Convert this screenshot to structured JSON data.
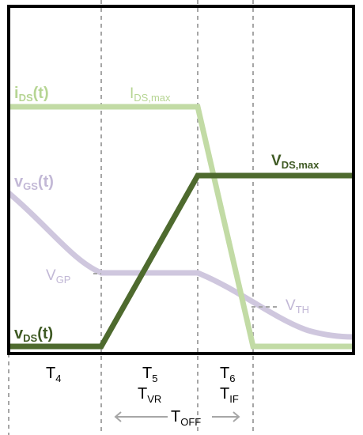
{
  "colors": {
    "ids": "#c2dba5",
    "vds": "#4e6a2e",
    "vgs": "#cfc7de",
    "guide": "#a6a6a6",
    "arrow": "#a6a6a6",
    "label_ids": "#b6d593",
    "label_vds": "#3f5a24",
    "label_vgs": "#c2b8d6",
    "label_aux": "#c2b8d6",
    "frame": "#000000",
    "text": "#000000"
  },
  "labels": {
    "ids_main": "i",
    "ids_sub": "DS",
    "ids_tail": "(t)",
    "idsmax_main": "I",
    "idsmax_sub": "DS,max",
    "vdsmax_main": "V",
    "vdsmax_sub": "DS,max",
    "vgs_main": "v",
    "vgs_sub": "GS",
    "vgs_tail": "(t)",
    "vgp_main": "V",
    "vgp_sub": "GP",
    "vth_main": "V",
    "vth_sub": "TH",
    "vds_main": "v",
    "vds_sub": "DS",
    "vds_tail": "(t)"
  },
  "intervals": {
    "t4_main": "T",
    "t4_sub": "4",
    "t5_main": "T",
    "t5_sub": "5",
    "tvr_main": "T",
    "tvr_sub": "VR",
    "t6_main": "T",
    "t6_sub": "6",
    "tif_main": "T",
    "tif_sub": "IF",
    "toff_main": "T",
    "toff_sub": "OFF"
  }
}
